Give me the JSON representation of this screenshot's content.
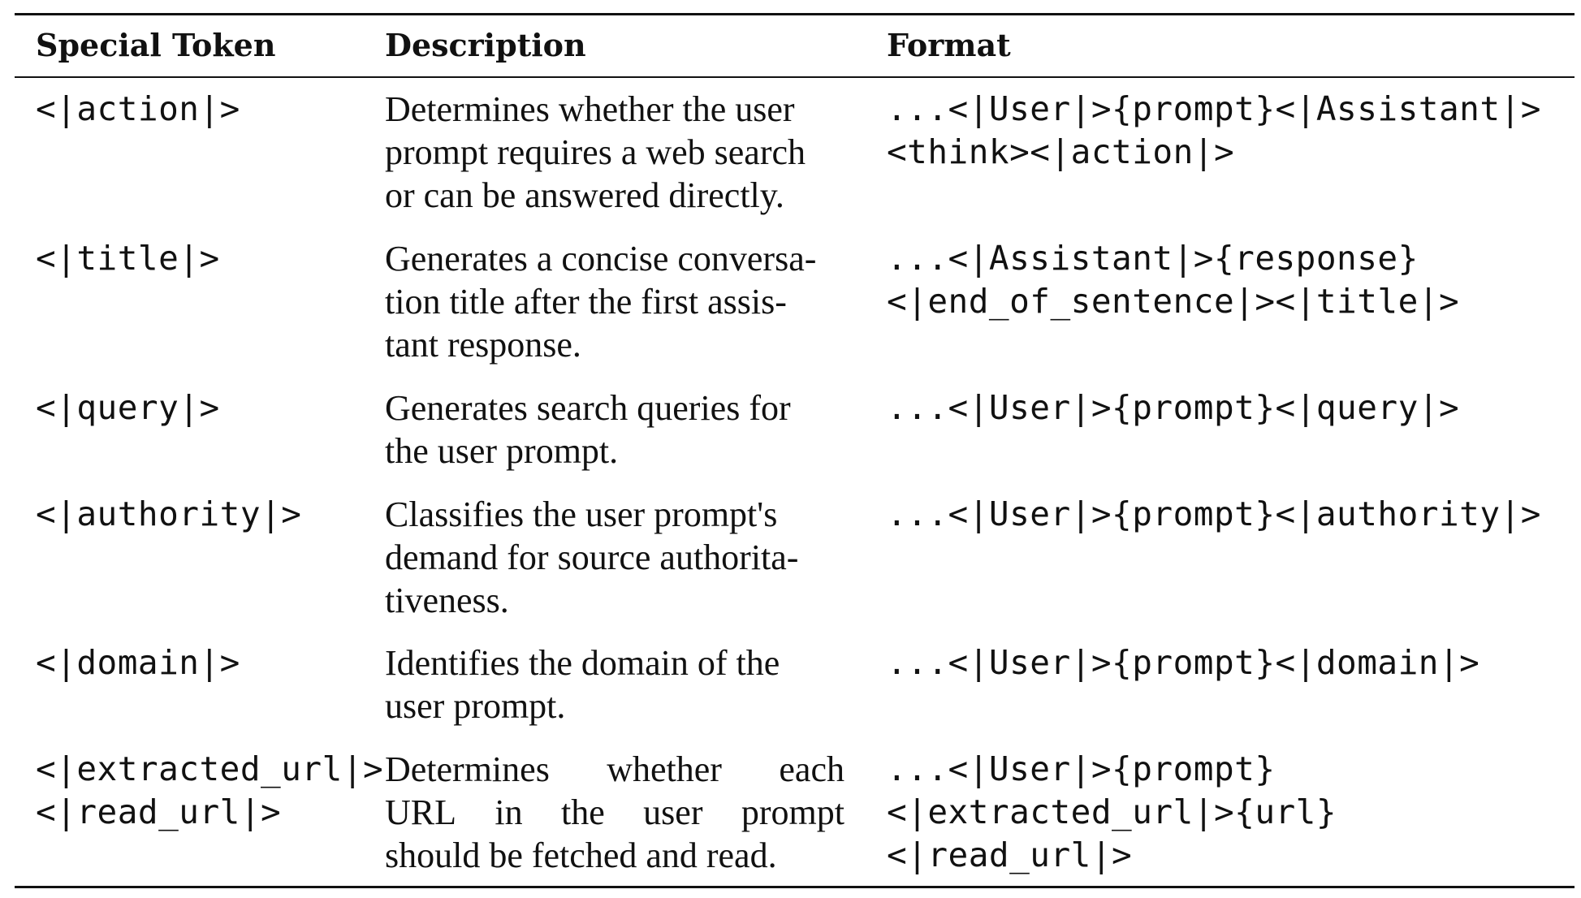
{
  "headers": {
    "token": "Special Token",
    "description": "Description",
    "format": "Format"
  },
  "rows": [
    {
      "token": [
        "<|action|>"
      ],
      "description": [
        "Determines whether the user",
        "prompt requires a web search",
        "or can be answered directly."
      ],
      "format": [
        "...<|User|>{prompt}<|Assistant|>",
        "<think><|action|>"
      ]
    },
    {
      "token": [
        "<|title|>"
      ],
      "description": [
        "Generates a concise conversa-",
        "tion title after the first assis-",
        "tant response."
      ],
      "format": [
        "...<|Assistant|>{response}",
        "<|end_of_sentence|><|title|>"
      ]
    },
    {
      "token": [
        "<|query|>"
      ],
      "description": [
        "Generates search queries for",
        "the user prompt."
      ],
      "format": [
        "...<|User|>{prompt}<|query|>"
      ]
    },
    {
      "token": [
        "<|authority|>"
      ],
      "description": [
        "Classifies the user prompt's",
        "demand for source authorita-",
        "tiveness."
      ],
      "format": [
        "...<|User|>{prompt}<|authority|>"
      ]
    },
    {
      "token": [
        "<|domain|>"
      ],
      "description": [
        "Identifies the domain of the",
        "user prompt."
      ],
      "format": [
        "...<|User|>{prompt}<|domain|>"
      ]
    },
    {
      "token": [
        "<|extracted_url|>",
        "<|read_url|>"
      ],
      "description": [
        "Determines whether each",
        "URL in the user prompt",
        "should be fetched and read."
      ],
      "format": [
        "...<|User|>{prompt}",
        "<|extracted_url|>{url}",
        "<|read_url|>"
      ]
    }
  ]
}
